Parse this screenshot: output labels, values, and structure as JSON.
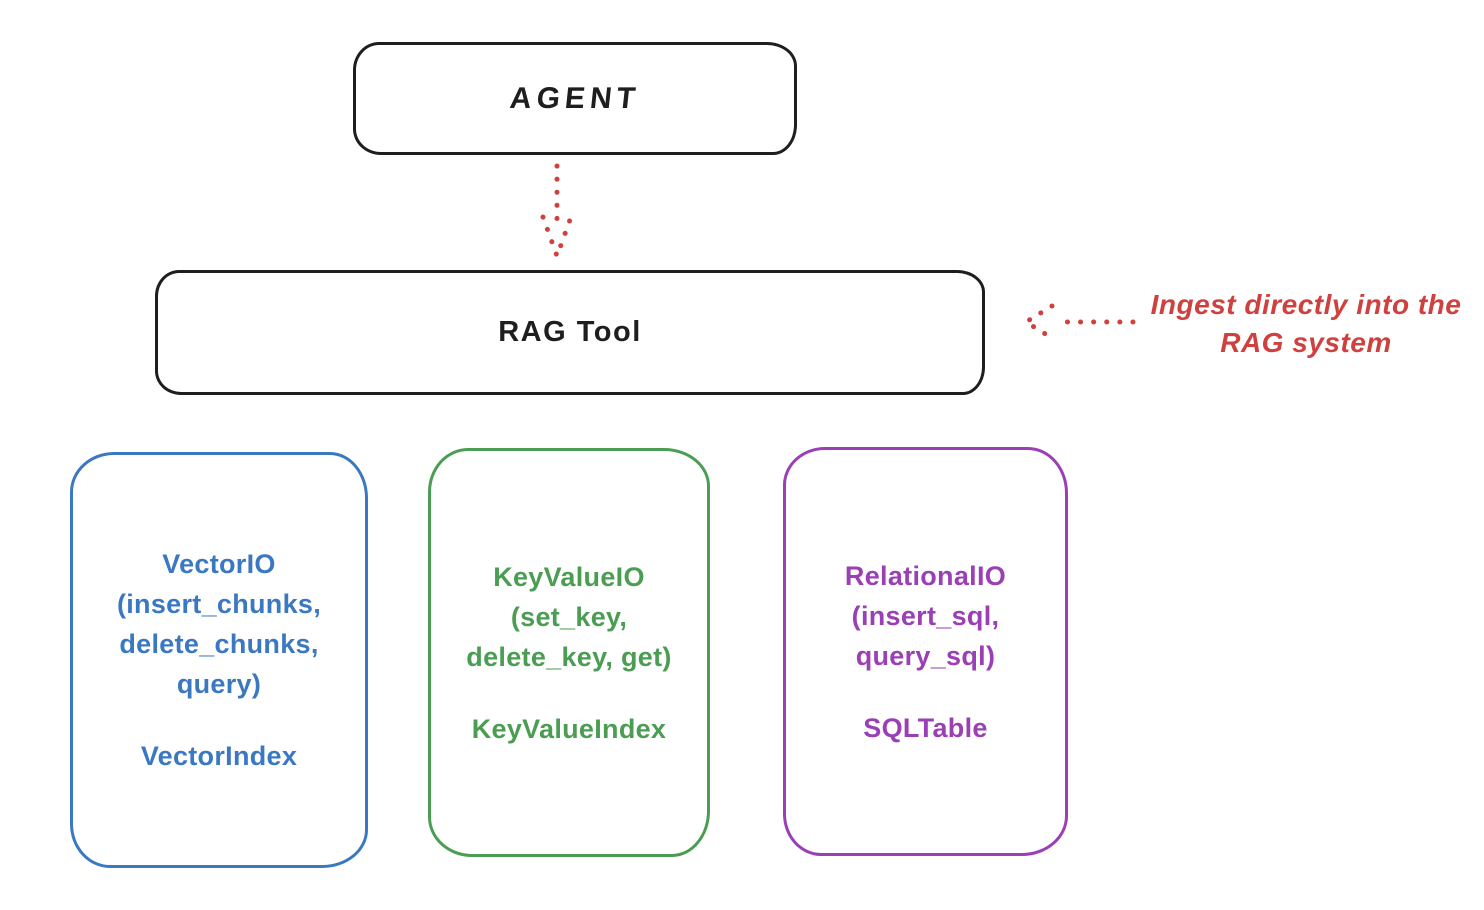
{
  "diagram": {
    "agent_box": {
      "label": "AGENT"
    },
    "rag_box": {
      "label": "RAG Tool"
    },
    "annotation": {
      "line1": "Ingest directly into",
      "line2": "the RAG system"
    },
    "arrows": [
      {
        "name": "agent-to-rag",
        "style": "dotted",
        "direction": "down",
        "color": "#cf413e"
      },
      {
        "name": "ingest-into-rag",
        "style": "dotted",
        "direction": "left",
        "color": "#cf413e"
      }
    ],
    "io_boxes": [
      {
        "id": "vector-io",
        "color": "#3b78c2",
        "title_lines": [
          "VectorIO",
          "(insert_chunks,",
          "delete_chunks,",
          "query)"
        ],
        "index_label": "VectorIndex"
      },
      {
        "id": "keyvalue-io",
        "color": "#4a9d52",
        "title_lines": [
          "KeyValueIO",
          "(set_key,",
          "delete_key, get)"
        ],
        "index_label": "KeyValueIndex"
      },
      {
        "id": "relational-io",
        "color": "#9a3fb5",
        "title_lines": [
          "RelationalIO",
          "(insert_sql,",
          "query_sql)"
        ],
        "index_label": "SQLTable"
      }
    ],
    "colors": {
      "outline": "#1e1e1e",
      "accent_red": "#cf413e",
      "blue": "#3b78c2",
      "green": "#4a9d52",
      "purple": "#9a3fb5",
      "background": "#ffffff"
    }
  }
}
